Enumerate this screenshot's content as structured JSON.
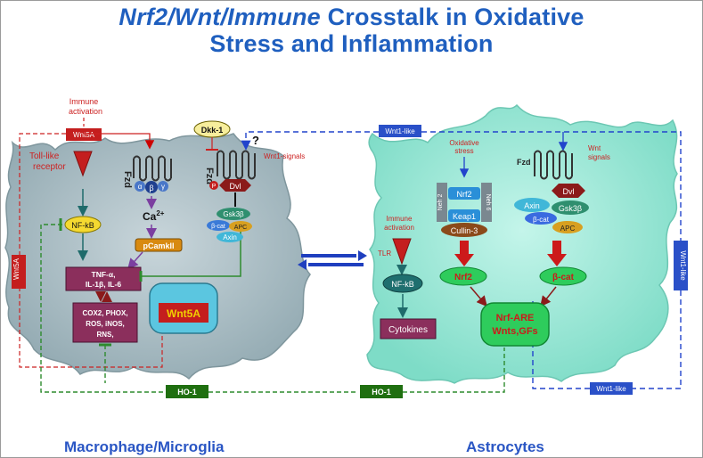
{
  "title": {
    "line1_part1": "Nrf2/Wnt/Immune",
    "line1_part2": " Crosstalk in Oxidative",
    "line2": "Stress and Inflammation"
  },
  "left_cell": {
    "caption": "Macrophage/Microglia",
    "immune_activation": [
      "Immune",
      "activation"
    ],
    "wnt5a_top": "Wnt5A",
    "wnt5a_side": "Wnt5A",
    "toll_like": [
      "Toll-like",
      "receptor"
    ],
    "fzd": "Fzd",
    "beta": "β",
    "gamma": "γ",
    "alpha": "α",
    "calcium": "Ca",
    "calcium_sup": "2+",
    "nfkb": "NF-kB",
    "pcamkii": "pCamkII",
    "cytokines": [
      "TNF-α,",
      "IL-1β, IL-6"
    ],
    "mediators": [
      "COX2, PHOX,",
      "ROS, iNOS,",
      "RNS,"
    ],
    "wnt5a_nucleus": "Wnt5A",
    "dkk1": "Dkk-1",
    "question": "?",
    "wnt1_signals": "Wnt1-signals",
    "p": "P",
    "dvl": "Dvl",
    "gsk3b": "Gsk3β",
    "bcat": "β-cat",
    "apc": "APC",
    "axin": "Axin"
  },
  "right_cell": {
    "caption": "Astrocytes",
    "wnt1_like_top": "Wnt1-like",
    "wnt1_like_side": "Wnt1-like",
    "wnt1_like_bottom": "Wnt1-like",
    "oxidative_stress": [
      "Oxidative",
      "stress"
    ],
    "wnt_signals": [
      "Wnt",
      "signals"
    ],
    "fzd": "Fzd",
    "nrf2_complex": "Nrf2",
    "neh2": "Neh 2",
    "neh6": "Neh 6",
    "keap1": "Keap1",
    "cullin3": "Cullin-3",
    "dvl": "Dvl",
    "axin": "Axin",
    "gsk3b": "Gsk3β",
    "bcat_complex": "β-cat",
    "apc": "APC",
    "immune_activation": [
      "Immune",
      "activation"
    ],
    "tlr": "TLR",
    "nfkb": "NF-kB",
    "cytokines": "Cytokines",
    "nrf2": "Nrf2",
    "bcat": "β-cat",
    "nucleus": [
      "Nrf-ARE",
      "Wnts,GFs"
    ]
  },
  "shared": {
    "ho1_left": "HO-1",
    "ho1_right": "HO-1"
  },
  "colors": {
    "title": "#1f5fbf",
    "left_cell": "#a9bcc3",
    "right_cell": "#8fe6d3",
    "red_arrow": "#cc0000",
    "green_line": "#2e8b2e",
    "blue_dash": "#2244cc"
  }
}
